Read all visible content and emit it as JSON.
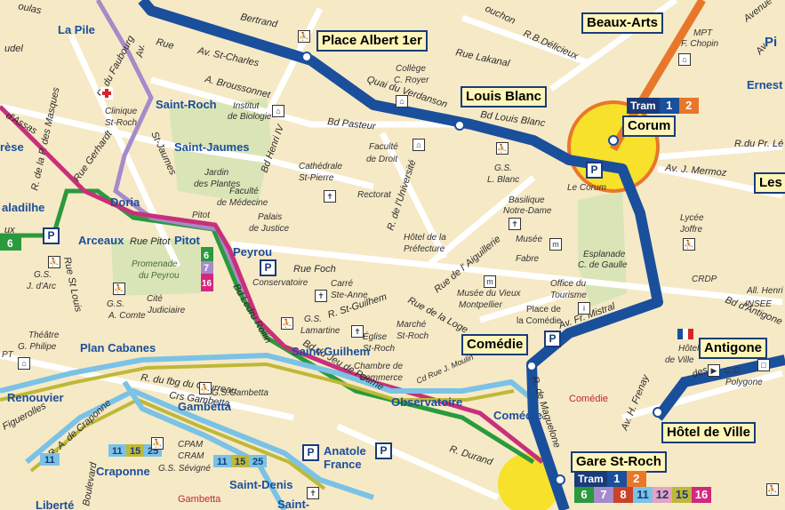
{
  "stations": {
    "place_albert": "Place Albert 1er",
    "louis_blanc": "Louis Blanc",
    "beaux_arts": "Beaux-Arts",
    "corum": "Corum",
    "comedie": "Comédie",
    "antigone": "Antigone",
    "hotel_de_ville": "Hôtel de Ville",
    "gare_st_roch": "Gare St-Roch",
    "anatole_france": "Anatole France",
    "les": "Les"
  },
  "stops": {
    "la_pile": "La Pile",
    "saint_roch": "Saint-Roch",
    "saint_jaumes": "Saint-Jaumes",
    "doria": "Doria",
    "arceaux": "Arceaux",
    "pitot": "Pitot",
    "peyrou": "Peyrou",
    "saint_guilhem": "Saint-Guilhem",
    "plan_cabanes": "Plan Cabanes",
    "renouvier": "Renouvier",
    "gambetta": "Gambetta",
    "observatoire": "Observatoire",
    "comedie_small": "Comédie",
    "craponne": "Craponne",
    "saint_denis": "Saint-Denis",
    "liberte": "Liberté",
    "saint": "Saint-",
    "ernest": "Ernest F",
    "pir": "Pi"
  },
  "streets": [
    {
      "id": "rue-lakanal",
      "text": "Rue  Lakanal"
    },
    {
      "id": "rue",
      "text": "Rue"
    },
    {
      "id": "av-st-charles",
      "text": "Av.  St-Charles"
    },
    {
      "id": "av-broussonnet",
      "text": "A.   Broussonnet"
    },
    {
      "id": "quai-verdanson",
      "text": "Quai  du  Verdanson"
    },
    {
      "id": "bd-louis-blanc",
      "text": "Bd Louis Blanc"
    },
    {
      "id": "bd-pasteur",
      "text": "Bd  Pasteur"
    },
    {
      "id": "r-bdelicieux",
      "text": "R.B.Délicieux"
    },
    {
      "id": "r-du-pr",
      "text": "R.du Pr. Lé"
    },
    {
      "id": "av-mermoz",
      "text": "Av. J.  Mermoz"
    },
    {
      "id": "rue-pitot",
      "text": "Rue Pitot"
    },
    {
      "id": "rue-foch",
      "text": "Rue            Foch"
    },
    {
      "id": "bd-henri",
      "text": "Bd Henri IV"
    },
    {
      "id": "r-universite",
      "text": "R. de l'Université"
    },
    {
      "id": "r-aiguillerie",
      "text": "Rue  de  l' Aiguillerie"
    },
    {
      "id": "r-st-guilhem",
      "text": "R. St-Guilhem"
    },
    {
      "id": "r-loge",
      "text": "Rue de la Loge"
    },
    {
      "id": "av-mistral",
      "text": "Av. Fr. Mistral"
    },
    {
      "id": "bd-ledru",
      "text": "Bd Ledru Rollin"
    },
    {
      "id": "bd-jeu-paume",
      "text": "Bd du Jeu de Paume"
    },
    {
      "id": "r-fbg-courreau",
      "text": "R. du fbg du  Courreau"
    },
    {
      "id": "crs-gambetta",
      "text": "Crs      Gambetta"
    },
    {
      "id": "r-maguelone",
      "text": "R. de Maguelone"
    },
    {
      "id": "r-durand",
      "text": "R. Durand"
    },
    {
      "id": "av-frenay",
      "text": "Av. H. Frenay"
    },
    {
      "id": "bd-antigone",
      "text": "Bd d'Antigone"
    },
    {
      "id": "r-gerhardt",
      "text": "Rue Gerhardt"
    },
    {
      "id": "r-faubourg",
      "text": "R. du Faubourg"
    },
    {
      "id": "st-jaumes",
      "text": "St-Jaumes"
    },
    {
      "id": "r-masques",
      "text": "R. de la P. des Masques"
    },
    {
      "id": "r-st-louis",
      "text": "Rue  St  Louis"
    },
    {
      "id": "figuerolles",
      "text": "Figuerolles"
    },
    {
      "id": "r-craponne",
      "text": "R. A. de Craponne"
    },
    {
      "id": "boulevard",
      "text": "Boulevard"
    },
    {
      "id": "r-j-moulin",
      "text": "Cd Rue J. Moulin"
    },
    {
      "id": "avenue",
      "text": "Avenue"
    },
    {
      "id": "bertrand",
      "text": "Bertrand"
    },
    {
      "id": "oulas",
      "text": "oulas"
    },
    {
      "id": "ldudel",
      "text": "udel"
    },
    {
      "id": "dassas",
      "text": "d'Assas"
    },
    {
      "id": "av",
      "text": "Av."
    },
    {
      "id": "av2",
      "text": "Av."
    },
    {
      "id": "ouchon",
      "text": "ouchon"
    },
    {
      "id": "ux",
      "text": "ux"
    },
    {
      "id": "ese",
      "text": "rèse"
    },
    {
      "id": "aladilhe",
      "text": "aladilhe"
    },
    {
      "id": "des",
      "text": "des"
    }
  ],
  "places": [
    {
      "id": "college",
      "text": "Collège"
    },
    {
      "id": "c-royer",
      "text": "C. Royer"
    },
    {
      "id": "clinique",
      "text": "Clinique"
    },
    {
      "id": "st-roch-clin",
      "text": "St-Roch"
    },
    {
      "id": "institut",
      "text": "Institut"
    },
    {
      "id": "biologie",
      "text": "de Biologie"
    },
    {
      "id": "faculte-droit1",
      "text": "Faculté"
    },
    {
      "id": "faculte-droit2",
      "text": "de Droit"
    },
    {
      "id": "jardin1",
      "text": "Jardin"
    },
    {
      "id": "jardin2",
      "text": "des Plantes"
    },
    {
      "id": "cathedrale1",
      "text": "Cathédrale"
    },
    {
      "id": "cathedrale2",
      "text": "St-Pierre"
    },
    {
      "id": "faculte-med1",
      "text": "Faculté"
    },
    {
      "id": "faculte-med2",
      "text": "de Médecine"
    },
    {
      "id": "rectorat",
      "text": "Rectorat"
    },
    {
      "id": "gs-lblanc1",
      "text": "G.S."
    },
    {
      "id": "gs-lblanc2",
      "text": "L. Blanc"
    },
    {
      "id": "basilique1",
      "text": "Basilique"
    },
    {
      "id": "basilique2",
      "text": "Notre-Dame"
    },
    {
      "id": "le-corum",
      "text": "Le Corum"
    },
    {
      "id": "mpt1",
      "text": "MPT"
    },
    {
      "id": "mpt2",
      "text": "F. Chopin"
    },
    {
      "id": "pitot-poi",
      "text": "Pitot"
    },
    {
      "id": "palais1",
      "text": "Palais"
    },
    {
      "id": "palais2",
      "text": "de Justice"
    },
    {
      "id": "hotel-pref1",
      "text": "Hôtel de la"
    },
    {
      "id": "hotel-pref2",
      "text": "Préfecture"
    },
    {
      "id": "musee-fabre1",
      "text": "Musée"
    },
    {
      "id": "musee-fabre2",
      "text": "Fabre"
    },
    {
      "id": "lycee1",
      "text": "Lycée"
    },
    {
      "id": "lycee2",
      "text": "Joffre"
    },
    {
      "id": "esplanade1",
      "text": "Esplanade"
    },
    {
      "id": "esplanade2",
      "text": "C. de Gaulle"
    },
    {
      "id": "promenade1",
      "text": "Promenade"
    },
    {
      "id": "promenade2",
      "text": "du Peyrou"
    },
    {
      "id": "conservatoire",
      "text": "Conservatoire"
    },
    {
      "id": "carre1",
      "text": "Carré"
    },
    {
      "id": "carre2",
      "text": "Ste-Anne"
    },
    {
      "id": "musee-vieux1",
      "text": "Musée du Vieux"
    },
    {
      "id": "musee-vieux2",
      "text": "Montpellier"
    },
    {
      "id": "office1",
      "text": "Office du"
    },
    {
      "id": "office2",
      "text": "Tourisme"
    },
    {
      "id": "crdp",
      "text": "CRDP"
    },
    {
      "id": "insee",
      "text": "INSEE"
    },
    {
      "id": "all-henri",
      "text": "All. Henri"
    },
    {
      "id": "gs-jdarc1",
      "text": "G.S."
    },
    {
      "id": "gs-jdarc2",
      "text": "J. d'Arc"
    },
    {
      "id": "gs-acomte1",
      "text": "G.S."
    },
    {
      "id": "gs-acomte2",
      "text": "A. Comte"
    },
    {
      "id": "cite1",
      "text": "Cité"
    },
    {
      "id": "cite2",
      "text": "Judiciaire"
    },
    {
      "id": "gs-lamartine1",
      "text": "G.S."
    },
    {
      "id": "gs-lamartine2",
      "text": "Lamartine"
    },
    {
      "id": "marche1",
      "text": "Marché"
    },
    {
      "id": "marche2",
      "text": "St-Roch"
    },
    {
      "id": "eglise1",
      "text": "Église"
    },
    {
      "id": "eglise2",
      "text": "St-Roch"
    },
    {
      "id": "place-com1",
      "text": "Place de"
    },
    {
      "id": "place-com2",
      "text": "la Comédie"
    },
    {
      "id": "chambre1",
      "text": "Chambre de"
    },
    {
      "id": "chambre2",
      "text": "Commerce"
    },
    {
      "id": "theatre1",
      "text": "Théâtre"
    },
    {
      "id": "theatre2",
      "text": "G. Philipe"
    },
    {
      "id": "hotel-ville1",
      "text": "Hôtel"
    },
    {
      "id": "hotel-ville2",
      "text": "de Ville"
    },
    {
      "id": "cc1",
      "text": "C.C."
    },
    {
      "id": "cc2",
      "text": "Polygone"
    },
    {
      "id": "gs-gambetta",
      "text": "G.S.Gambetta"
    },
    {
      "id": "cpam1",
      "text": "CPAM"
    },
    {
      "id": "cpam2",
      "text": "CRAM"
    },
    {
      "id": "gs-sevigne",
      "text": "G.S. Sévigné"
    },
    {
      "id": "pt",
      "text": "PT"
    }
  ],
  "district_labels": {
    "comedie_red": "Comédie",
    "gambetta_red": "Gambetta"
  },
  "corum_badges": {
    "tram": "Tram",
    "lines": [
      {
        "n": "1",
        "color": "#1a4f9c"
      },
      {
        "n": "2",
        "color": "#e8772a"
      }
    ]
  },
  "gare_badges": {
    "tram": "Tram",
    "lines": [
      {
        "n": "1",
        "color": "#1a4f9c"
      },
      {
        "n": "2",
        "color": "#e8772a"
      }
    ]
  },
  "gare_bus": [
    {
      "n": "6",
      "color": "#2a9a3c"
    },
    {
      "n": "7",
      "color": "#a58bc9"
    },
    {
      "n": "8",
      "color": "#c8432a"
    },
    {
      "n": "11",
      "color": "#7ac2e6"
    },
    {
      "n": "12",
      "color": "#e7a2c2"
    },
    {
      "n": "15",
      "color": "#bfb838"
    },
    {
      "n": "16",
      "color": "#d2287f"
    }
  ],
  "line_badges": {
    "six_left": "6",
    "six_v": "6",
    "seven_v": "7",
    "sixteen_v": "16",
    "b11": "11",
    "b15": "15",
    "b25": "25",
    "c11": "11",
    "c15": "15",
    "c25": "25",
    "d11": "11"
  },
  "colors": {
    "tram1": "#1a4f9c",
    "tram2": "#e8772a",
    "bus_green": "#2a9a3c",
    "bus_purple": "#a58bc9",
    "bus_pink": "#c8307a",
    "bus_lightblue": "#7ac2e6",
    "bus_olive": "#bfb838",
    "map_bg": "#f6e9c6",
    "park": "#d9e5b6"
  },
  "icon_names": [
    "tram-stop-icon",
    "parking-icon",
    "church-icon",
    "museum-icon",
    "school-icon",
    "hospital-icon",
    "info-icon",
    "bus-arrow-icon"
  ]
}
